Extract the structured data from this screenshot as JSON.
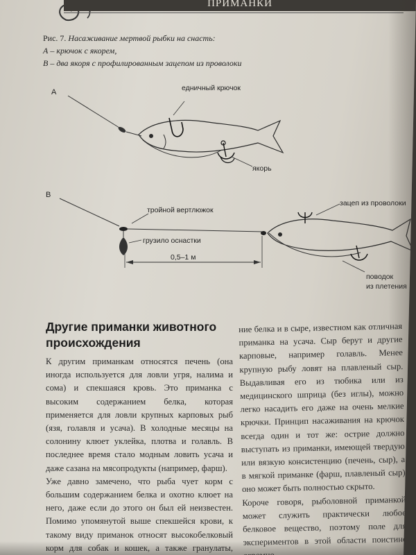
{
  "header": {
    "title": "ПРИМАНКИ"
  },
  "caption": {
    "fig_label": "Рис. 7.",
    "fig_title": "Насаживание мертвой рыбки на снасть:",
    "line_a": "А – крючок с якорем,",
    "line_b": "В – два якоря с профилированным зацепом из проволоки"
  },
  "diagram_a": {
    "letter": "А",
    "label_hook": "едничный крючок",
    "label_anchor": "якорь"
  },
  "diagram_b": {
    "letter": "В",
    "label_swivel": "тройной вертлюжок",
    "label_sinker": "грузило оснастки",
    "label_distance": "0,5–1 м",
    "label_wire_hook": "зацеп из проволоки",
    "label_leader_1": "поводок",
    "label_leader_2": "из плетения"
  },
  "article": {
    "heading_1": "Другие приманки животного",
    "heading_2": "происхождения",
    "left": [
      "К другим приманкам относятся печень (она иногда используется для ловли угря, налима и сома) и спекшаяся кровь. Это приманка с высоким содержанием белка, которая применяется для ловли крупных карповых рыб (язя, голавля и усача). В холодные месяцы на солонину клюет уклейка, плотва и голавль. В последнее время стало модным ловить усача и даже сазана на мясопродукты (например, фарш).",
      "Уже давно замечено, что рыба чует корм с большим содержанием белка и охотно клюет на него, даже если до этого он был ей неизвестен. Помимо упомянутой выше спекшейся крови, к такому виду приманок относят высокобелковый корм для собак и кошек, а также гранулаты, используемые при разведении"
    ],
    "right": [
      "ние белка и в сыре, известном как отличная приманка на усача. Сыр берут и другие карповые, например голавль. Менее крупную рыбу ловят на плавленый сыр. Выдавливая его из тюбика или из медицинского шприца (без иглы), можно легко насадить его даже на очень мелкие крючки. Принцип насаживания на крючок всегда один и тот же: острие должно выступать из приманки, имеющей твердую или вязкую консистенцию (печень, сыр), а в мягкой приманке (фарш, плавленый сыр) оно может быть полностью скрыто.",
      "Короче говоря, рыболовной приманкой может служить практически любое белковое вещество, поэтому поле для экспериментов в этой области поистине огромно."
    ]
  }
}
